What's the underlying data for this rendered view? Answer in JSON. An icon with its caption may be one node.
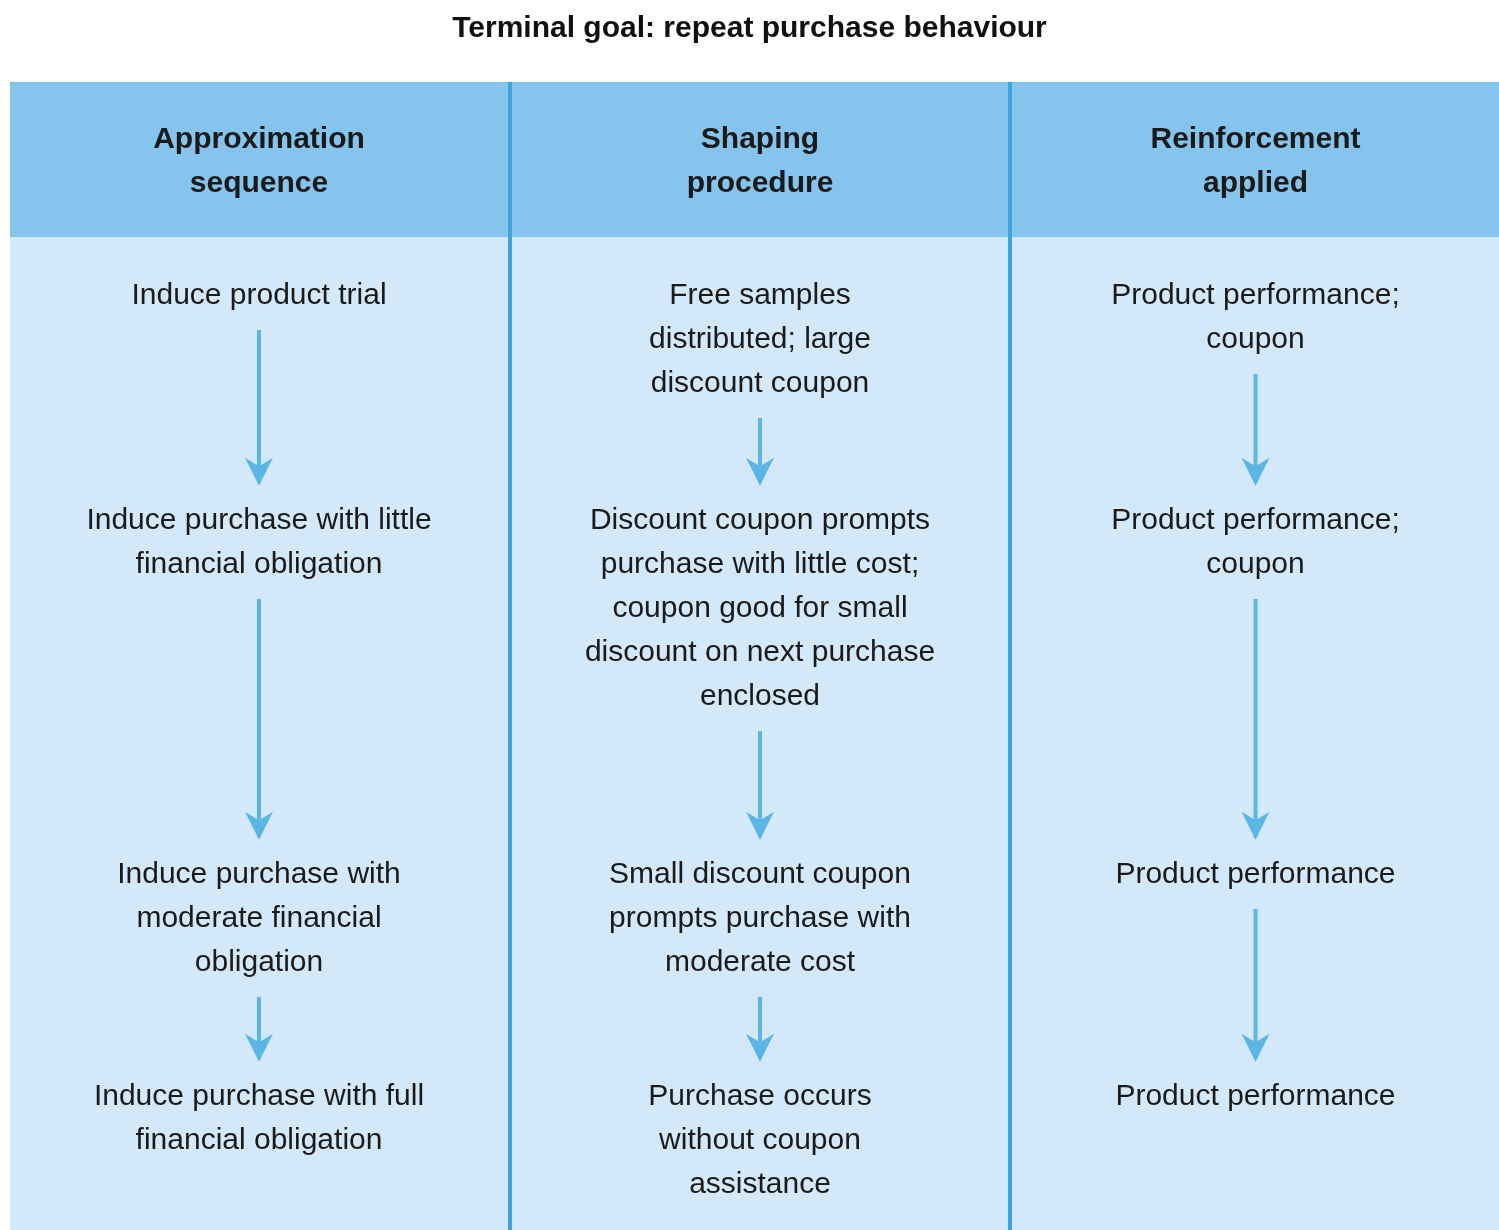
{
  "diagram": {
    "title": "Terminal goal: repeat purchase behaviour",
    "nodes": [
      {
        "text": [
          "Approximation sequence"
        ]
      },
      {
        "text": [
          "Induce product trial"
        ],
        "in": 0
      },
      {
        "text": [
          "Induce purchase with little financial obligation"
        ],
        "in": 0
      },
      {
        "text": [
          "Induce purchase with moderate financial obligation"
        ],
        "in": 0
      },
      {
        "text": [
          "Induce purchase with full financial obligation"
        ],
        "in": 0
      },
      {
        "text": [
          "Shaping procedure"
        ]
      },
      {
        "text": [
          "Free samples distributed; large discount coupon"
        ],
        "in": 5
      },
      {
        "text": [
          "Discount coupon prompts purchase with little cost; coupon good for small discount on next purchase enclosed"
        ],
        "in": 5
      },
      {
        "text": [
          "Small discount coupon prompts purchase with moderate cost"
        ],
        "in": 5
      },
      {
        "text": [
          "Purchase occurs without coupon assistance"
        ],
        "in": 5
      },
      {
        "text": [
          "Reinforcement applied"
        ]
      },
      {
        "text": [
          "Product performance; coupon"
        ],
        "in": 10
      },
      {
        "text": [
          "Product performance; coupon"
        ],
        "in": 10
      },
      {
        "text": [
          "Product performance"
        ],
        "in": 10
      },
      {
        "text": [
          "Product performance"
        ],
        "in": 10
      }
    ],
    "edges": [
      {
        "from": 1,
        "to": 2,
        "arrow": "to"
      },
      {
        "from": 2,
        "to": 3,
        "arrow": "to"
      },
      {
        "from": 3,
        "to": 4,
        "arrow": "to"
      },
      {
        "from": 6,
        "to": 7,
        "arrow": "to"
      },
      {
        "from": 7,
        "to": 8,
        "arrow": "to"
      },
      {
        "from": 8,
        "to": 9,
        "arrow": "to"
      },
      {
        "from": 11,
        "to": 12,
        "arrow": "to"
      },
      {
        "from": 12,
        "to": 13,
        "arrow": "to"
      },
      {
        "from": 13,
        "to": 14,
        "arrow": "to"
      }
    ]
  }
}
